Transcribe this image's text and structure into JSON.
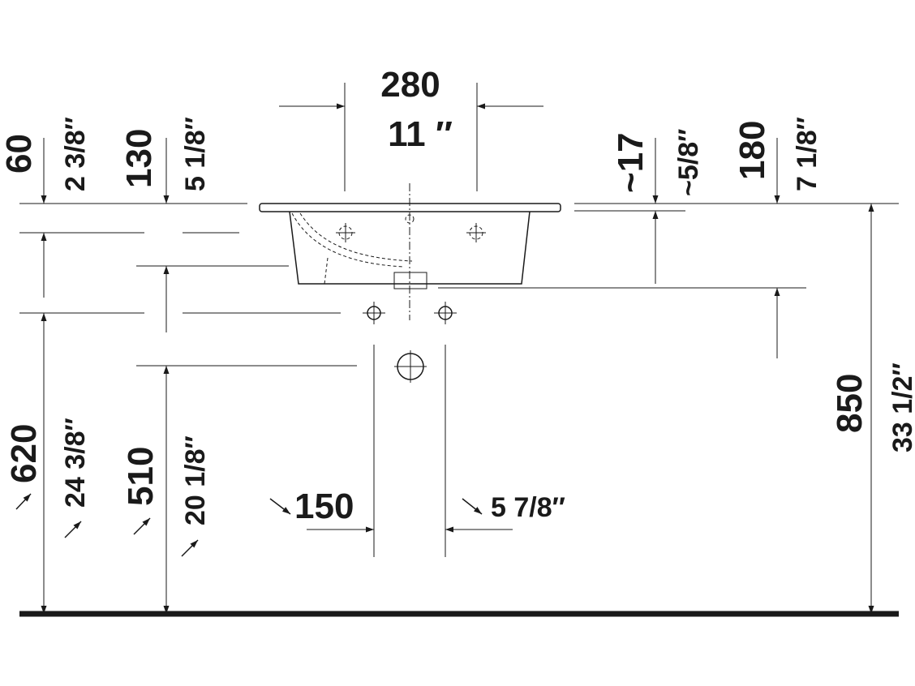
{
  "dimensions": {
    "basin_width_mm": "280",
    "basin_width_in": "11 ″",
    "rim_height_mm": "60",
    "rim_height_in": "2 3/8″",
    "overflow_depth_mm": "130",
    "overflow_depth_in": "5 1/8″",
    "rim_thickness_mm": "~17",
    "rim_thickness_in": "~5/8″",
    "bowl_depth_mm": "180",
    "bowl_depth_in": "7 1/8″",
    "total_height_mm": "850",
    "total_height_in": "33 1/2″",
    "fixing_height_mm": "620",
    "fixing_height_in": "24 3/8″",
    "waste_height_mm": "510",
    "waste_height_in": "20 1/8″",
    "waste_spacing_mm": "150",
    "waste_spacing_in": "5 7/8″"
  },
  "colors": {
    "line": "#1a1a1a",
    "background": "#ffffff"
  },
  "icons": {
    "leader_arrow": "leader-arrow-icon",
    "fixing_bolt": "fixing-bolt-icon",
    "waste_outlet": "waste-outlet-icon"
  }
}
